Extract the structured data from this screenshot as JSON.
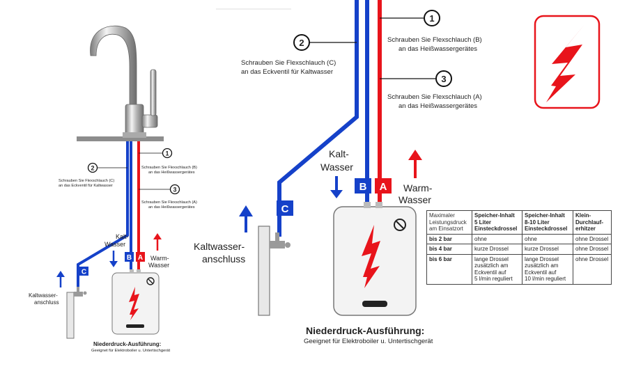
{
  "colors": {
    "cold": "#1541c9",
    "hot": "#e8141b",
    "warn": "#e8141b",
    "pipe_dark": "#1a36b0"
  },
  "icons": [
    "lightning-warning-icon",
    "no-entry-icon",
    "arrow-up-icon",
    "arrow-down-icon",
    "faucet-icon",
    "valve-icon"
  ],
  "left_diagram": {
    "markers": {
      "one": "1",
      "two": "2",
      "three": "3"
    },
    "label_b": "Schrauben Sie Flexschlauch (B)",
    "label_b2": "an das Heißwassergerätes",
    "label_c": "Schrauben Sie Flexschlauch (C)",
    "label_c2": "an das Eckventil für Kaltwasser",
    "label_a": "Schrauben Sie Flexschlauch (A)",
    "label_a2": "an das Heißwassergerätes",
    "kalt": "Kalt-",
    "wasser": "Wasser",
    "warm": "Warm-",
    "warm2": "Wasser",
    "tag_a": "A",
    "tag_b": "B",
    "tag_c": "C",
    "anschluss": "Kaltwasser-",
    "anschluss2": "anschluss",
    "title": "Niederdruck-Ausführung:",
    "subtitle": "Geeignet für Elektroboiler u. Untertischgerät"
  },
  "right_diagram": {
    "markers": {
      "one": "1",
      "two": "2",
      "three": "3"
    },
    "label_b": "Schrauben Sie Flexschlauch (B)",
    "label_b2": "an das Heißwassergerätes",
    "label_c": "Schrauben Sie Flexschlauch (C)",
    "label_c2": "an das Eckventil für Kaltwasser",
    "label_a": "Schrauben Sie Flexschlauch (A)",
    "label_a2": "an das Heißwassergerätes",
    "kalt": "Kalt-",
    "wasser": "Wasser",
    "warm": "Warm-",
    "warm2": "Wasser",
    "tag_a": "A",
    "tag_b": "B",
    "tag_c": "C",
    "anschluss": "Kaltwasser-",
    "anschluss2": "anschluss",
    "title": "Niederdruck-Ausführung:",
    "subtitle": "Geeignet für Elektroboiler u. Untertischgerät"
  },
  "table": {
    "headers": [
      [
        "Maximaler",
        "Leistungsdruck",
        "am Einsatzort"
      ],
      [
        "Speicher-Inhalt",
        "5 Liter",
        "Einsteckdrossel"
      ],
      [
        "Speicher-Inhalt",
        "8-10 Liter",
        "Einsteckdrossel"
      ],
      [
        "Klein-",
        "Durchlauf-",
        "erhitzer"
      ]
    ],
    "rows": [
      {
        "pressure": "bis 2 bar",
        "c1": [
          "ohne"
        ],
        "c2": [
          "ohne"
        ],
        "c3": [
          "ohne Drossel"
        ]
      },
      {
        "pressure": "bis 4 bar",
        "c1": [
          "kurze Drossel"
        ],
        "c2": [
          "kurze Drossel"
        ],
        "c3": [
          "ohne Drossel"
        ]
      },
      {
        "pressure": "bis 6 bar",
        "c1": [
          "lange Drossel",
          "zusätzlich am",
          "Eckventil auf",
          "5 l/min reguliert"
        ],
        "c2": [
          "lange Drossel",
          "zusätzlich am",
          "Eckventil auf",
          "10 l/min reguliert"
        ],
        "c3": [
          "ohne Drossel"
        ]
      }
    ]
  }
}
